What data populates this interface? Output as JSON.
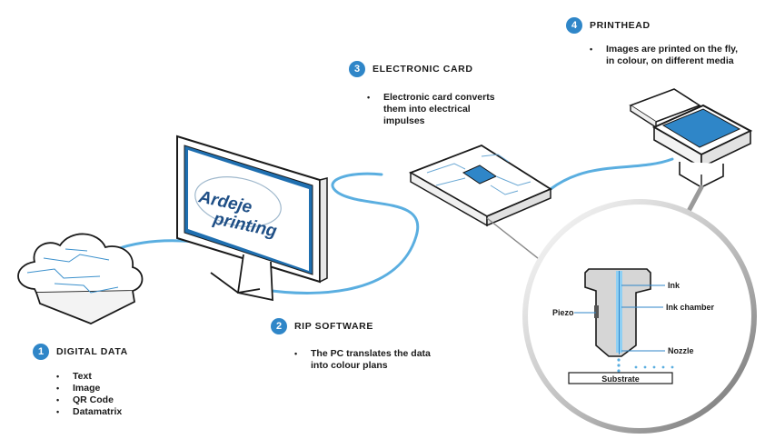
{
  "logo": {
    "line1": "Ardeje",
    "line2": "printing"
  },
  "steps": [
    {
      "number": "1",
      "title": "Digital data",
      "bullets": [
        "Text",
        "Image",
        "QR Code",
        "Datamatrix"
      ]
    },
    {
      "number": "2",
      "title": "RIP Software",
      "bullets": [
        "The PC translates the data into colour plans"
      ]
    },
    {
      "number": "3",
      "title": "Electronic card",
      "bullets": [
        "Electronic card converts them into electrical impulses"
      ]
    },
    {
      "number": "4",
      "title": "Printhead",
      "bullets": [
        "Images are printed on the fly, in colour, on different media"
      ]
    }
  ],
  "detail_labels": {
    "ink": "Ink",
    "ink_chamber": "Ink chamber",
    "piezo": "Piezo",
    "nozzle": "Nozzle",
    "substrate": "Substrate"
  },
  "colors": {
    "accent": "#2f86c8",
    "cable": "#5aaee0",
    "outline": "#1a1a1a",
    "grey": "#8a8a8a"
  }
}
